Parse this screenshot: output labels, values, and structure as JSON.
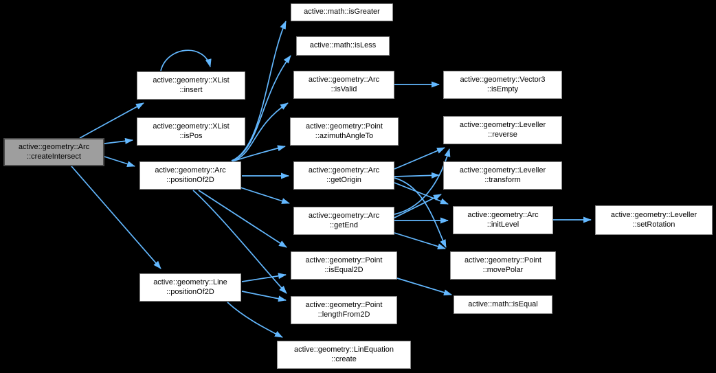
{
  "colors": {
    "background": "#000000",
    "edge": "#63b8ff",
    "node_fill": "#ffffff",
    "node_border": "#8a8a8a",
    "root_fill": "#9e9e9e",
    "root_border": "#4a4a4a",
    "text": "#000000"
  },
  "graph": {
    "nodes": [
      {
        "id": "createIntersect",
        "label": "active::geometry::Arc\n::createIntersect"
      },
      {
        "id": "xlistInsert",
        "label": "active::geometry::XList\n::insert"
      },
      {
        "id": "xlistIsPos",
        "label": "active::geometry::XList\n::isPos"
      },
      {
        "id": "arcPositionOf2D",
        "label": "active::geometry::Arc\n::positionOf2D"
      },
      {
        "id": "linePositionOf2D",
        "label": "active::geometry::Line\n::positionOf2D"
      },
      {
        "id": "isGreater",
        "label": "active::math::isGreater"
      },
      {
        "id": "isLess",
        "label": "active::math::isLess"
      },
      {
        "id": "arcIsValid",
        "label": "active::geometry::Arc\n::isValid"
      },
      {
        "id": "azimuthAngleTo",
        "label": "active::geometry::Point\n::azimuthAngleTo"
      },
      {
        "id": "getOrigin",
        "label": "active::geometry::Arc\n::getOrigin"
      },
      {
        "id": "getEnd",
        "label": "active::geometry::Arc\n::getEnd"
      },
      {
        "id": "isEqual2D",
        "label": "active::geometry::Point\n::isEqual2D"
      },
      {
        "id": "lengthFrom2D",
        "label": "active::geometry::Point\n::lengthFrom2D"
      },
      {
        "id": "linEquationCreate",
        "label": "active::geometry::LinEquation\n::create"
      },
      {
        "id": "vector3IsEmpty",
        "label": "active::geometry::Vector3\n::isEmpty"
      },
      {
        "id": "levellerReverse",
        "label": "active::geometry::Leveller\n::reverse"
      },
      {
        "id": "levellerTransform",
        "label": "active::geometry::Leveller\n::transform"
      },
      {
        "id": "arcInitLevel",
        "label": "active::geometry::Arc\n::initLevel"
      },
      {
        "id": "pointMovePolar",
        "label": "active::geometry::Point\n::movePolar"
      },
      {
        "id": "mathIsEqual",
        "label": "active::math::isEqual"
      },
      {
        "id": "setRotation",
        "label": "active::geometry::Leveller\n::setRotation"
      }
    ],
    "edges": [
      {
        "from": "createIntersect",
        "to": "xlistInsert"
      },
      {
        "from": "createIntersect",
        "to": "xlistIsPos"
      },
      {
        "from": "createIntersect",
        "to": "arcPositionOf2D"
      },
      {
        "from": "createIntersect",
        "to": "linePositionOf2D"
      },
      {
        "from": "xlistInsert",
        "to": "xlistInsert"
      },
      {
        "from": "arcPositionOf2D",
        "to": "isGreater"
      },
      {
        "from": "arcPositionOf2D",
        "to": "isLess"
      },
      {
        "from": "arcPositionOf2D",
        "to": "arcIsValid"
      },
      {
        "from": "arcPositionOf2D",
        "to": "azimuthAngleTo"
      },
      {
        "from": "arcPositionOf2D",
        "to": "getOrigin"
      },
      {
        "from": "arcPositionOf2D",
        "to": "getEnd"
      },
      {
        "from": "arcPositionOf2D",
        "to": "isEqual2D"
      },
      {
        "from": "arcPositionOf2D",
        "to": "lengthFrom2D"
      },
      {
        "from": "linePositionOf2D",
        "to": "isEqual2D"
      },
      {
        "from": "linePositionOf2D",
        "to": "lengthFrom2D"
      },
      {
        "from": "linePositionOf2D",
        "to": "linEquationCreate"
      },
      {
        "from": "arcIsValid",
        "to": "vector3IsEmpty"
      },
      {
        "from": "getOrigin",
        "to": "levellerReverse"
      },
      {
        "from": "getOrigin",
        "to": "levellerTransform"
      },
      {
        "from": "getOrigin",
        "to": "arcInitLevel"
      },
      {
        "from": "getOrigin",
        "to": "pointMovePolar"
      },
      {
        "from": "getEnd",
        "to": "levellerReverse"
      },
      {
        "from": "getEnd",
        "to": "levellerTransform"
      },
      {
        "from": "getEnd",
        "to": "arcInitLevel"
      },
      {
        "from": "getEnd",
        "to": "pointMovePolar"
      },
      {
        "from": "isEqual2D",
        "to": "mathIsEqual"
      },
      {
        "from": "arcInitLevel",
        "to": "setRotation"
      }
    ]
  }
}
